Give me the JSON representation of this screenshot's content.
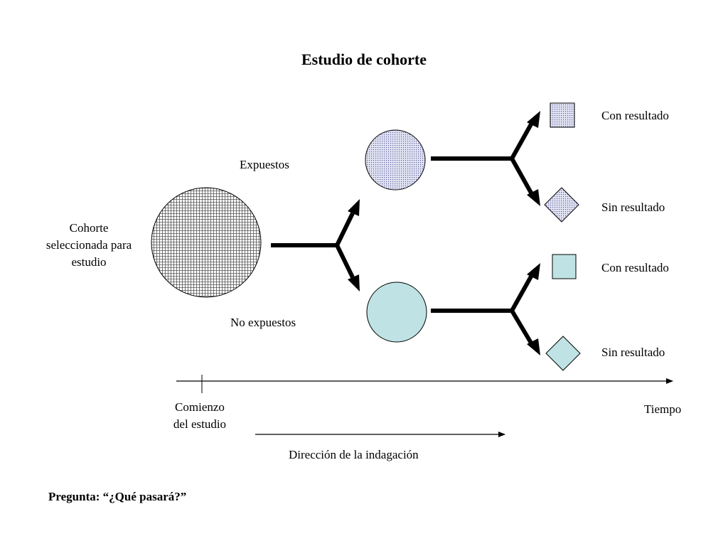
{
  "title": "Estudio de cohorte",
  "cohort_label_lines": [
    "Cohorte",
    "seleccionada para",
    "estudio"
  ],
  "exposed_label": "Expuestos",
  "unexposed_label": "No expuestos",
  "outcome_with": "Con resultado",
  "outcome_without": "Sin resultado",
  "start_label_lines": [
    "Comienzo",
    "del estudio"
  ],
  "time_label": "Tiempo",
  "inquiry_direction_label": "Dirección de la indagación",
  "question": "Pregunta: “¿Qué pasará?”",
  "colors": {
    "exposed_fill": "#d9dbef",
    "unexposed_fill": "#bfe3e4",
    "outline": "#000000"
  }
}
